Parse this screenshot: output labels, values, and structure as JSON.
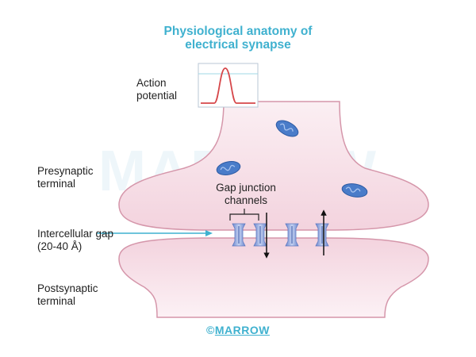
{
  "title_line1": "Physiological anatomy of",
  "title_line2": "electrical synapse",
  "labels": {
    "action_potential_1": "Action",
    "action_potential_2": "potential",
    "presynaptic_1": "Presynaptic",
    "presynaptic_2": "terminal",
    "gap_junction_1": "Gap junction",
    "gap_junction_2": "channels",
    "intercellular_1": "Intercellular gap",
    "intercellular_2": "(20-40 Å)",
    "postsynaptic_1": "Postsynaptic",
    "postsynaptic_2": "terminal"
  },
  "watermark": "MARROW",
  "copyright_symbol": "©",
  "copyright_brand": "MARROW",
  "colors": {
    "title": "#3fb1cf",
    "membrane_fill": "#f8e6ec",
    "membrane_stroke": "#d596aa",
    "channel": "#8fa7dc",
    "mitochondria": "#4a7cc9",
    "action_potential_trace": "#d6474a"
  }
}
